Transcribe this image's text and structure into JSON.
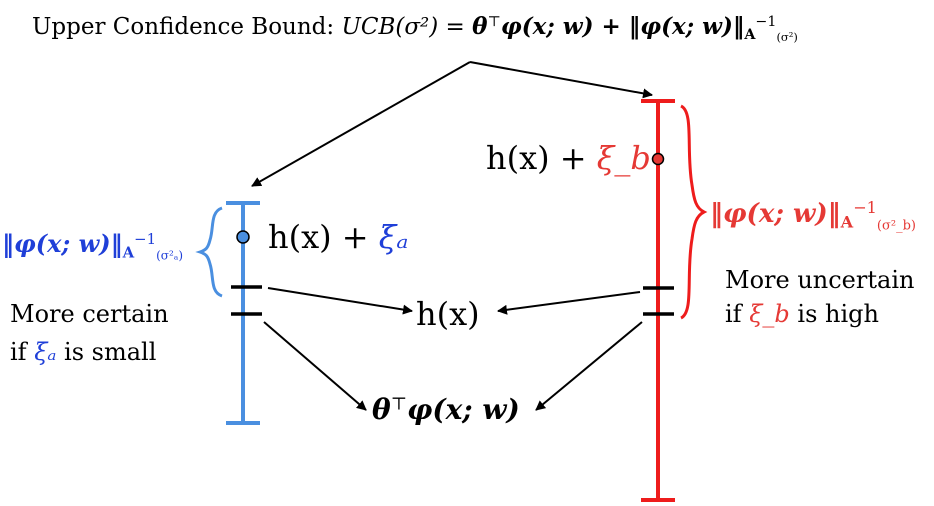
{
  "title": {
    "prefix": "Upper Confidence Bound: ",
    "formula_lhs": "UCB(σ²)",
    "formula_rhs_a": "θ",
    "formula_rhs_b": "⊤",
    "formula_rhs_c": "φ(x; w) + ‖φ(x; w)‖",
    "formula_norm_sub": "A",
    "formula_norm_sup": "−1",
    "formula_norm_subsub": "(σ²)"
  },
  "left": {
    "norm_main": "‖φ(x; w)‖",
    "norm_sub": "A",
    "norm_sup": "−1",
    "norm_subsub": "(σ²ₐ)",
    "point_label_base": "h(x) + ",
    "point_label_xi": "ξₐ",
    "caption_line1": "More certain",
    "caption_line2_pre": "if ",
    "caption_line2_xi": "ξₐ",
    "caption_line2_post": " is small"
  },
  "right": {
    "norm_main": "‖φ(x; w)‖",
    "norm_sub": "A",
    "norm_sup": "−1",
    "norm_subsub": "(σ²_b)",
    "point_label_base": "h(x) + ",
    "point_label_xi": "ξ_b",
    "caption_line1": "More uncertain",
    "caption_line2_pre": "if ",
    "caption_line2_xi": "ξ_b",
    "caption_line2_post": " is high"
  },
  "center": {
    "hx_label": "h(x)",
    "mean_label_a": "θ",
    "mean_label_b": "⊤",
    "mean_label_c": "φ(x; w)"
  },
  "colors": {
    "left_bar": "#4a8fe0",
    "right_bar": "#ee1c1c",
    "left_text": "#1f3fd8",
    "right_text": "#e53935",
    "point_left_fill": "#4a8fe0",
    "point_right_fill": "#e53935"
  }
}
